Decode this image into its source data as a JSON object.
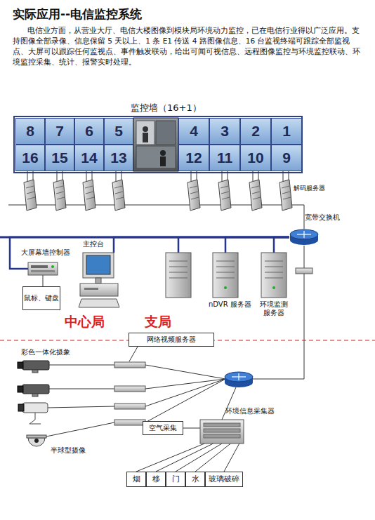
{
  "diagram": {
    "title": "实际应用--电信监控系统",
    "nodes": [
      {
        "text": [
          "8"
        ]
      },
      {
        "text": [
          "7"
        ]
      },
      {
        "text": [
          "6"
        ]
      },
      {
        "text": [
          "5"
        ]
      },
      {
        "text": [
          "4"
        ]
      },
      {
        "text": [
          "3"
        ]
      },
      {
        "text": [
          "2"
        ]
      },
      {
        "text": [
          "1"
        ]
      },
      {
        "text": [
          "16"
        ]
      },
      {
        "text": [
          "15"
        ]
      },
      {
        "text": [
          "14"
        ]
      },
      {
        "text": [
          "13"
        ]
      },
      {
        "text": [
          "12"
        ]
      },
      {
        "text": [
          "11"
        ]
      },
      {
        "text": [
          "10"
        ]
      },
      {
        "text": [
          "9"
        ]
      },
      {
        "text": [
          "宽带交换机"
        ]
      },
      {
        "text": [
          "大屏幕墙控制器"
        ]
      },
      {
        "text": [
          "鼠标、键盘"
        ]
      },
      {
        "text": [
          "主控台"
        ]
      },
      {
        "text": [
          "nDVR 服务器"
        ]
      },
      {
        "text": [
          "环境监测服务器"
        ]
      },
      {
        "text": [
          "网络视频服务器"
        ]
      },
      {
        "text": [
          "空气采集"
        ]
      },
      {
        "text": [
          "环境信息采集器"
        ]
      },
      {
        "text": [
          "烟"
        ]
      },
      {
        "text": [
          "移"
        ]
      },
      {
        "text": [
          "门"
        ]
      },
      {
        "text": [
          "水"
        ]
      },
      {
        "text": [
          "玻璃破碎"
        ]
      }
    ],
    "edges": [
      {
        "from": 17,
        "to": 18,
        "arrow": "none"
      },
      {
        "from": 17,
        "to": 16,
        "arrow": "none"
      },
      {
        "from": 19,
        "to": 16,
        "arrow": "none"
      },
      {
        "from": 20,
        "to": 16,
        "arrow": "none"
      },
      {
        "from": 21,
        "to": 16,
        "arrow": "none"
      },
      {
        "from": 23,
        "to": 24,
        "arrow": "none"
      },
      {
        "from": 24,
        "to": 25,
        "arrow": "none"
      },
      {
        "from": 24,
        "to": 26,
        "arrow": "none"
      },
      {
        "from": 24,
        "to": 27,
        "arrow": "none"
      },
      {
        "from": 24,
        "to": 28,
        "arrow": "none"
      },
      {
        "from": 24,
        "to": 29,
        "arrow": "none"
      }
    ],
    "labels": [
      "电信业方面，从营业大厅、电信大楼图像到模块局环境动力监控，已在电信行业得以广泛应用。支持图像全部录像、信息保留 5 天以上、1 条 E1 传送 4 路图像信息、16 台监视终端可跟踪全部监视点、大屏可以跟踪任何监视点、事件触发联动，给出可闻可视信息、远程图像监控与环境监控联动、环境监控采集、统计、报警实时处理。",
      "监控墙（16+1）",
      "解码服务器",
      "中心局",
      "支局",
      "彩色一体化摄象",
      "半球型摄像"
    ]
  }
}
